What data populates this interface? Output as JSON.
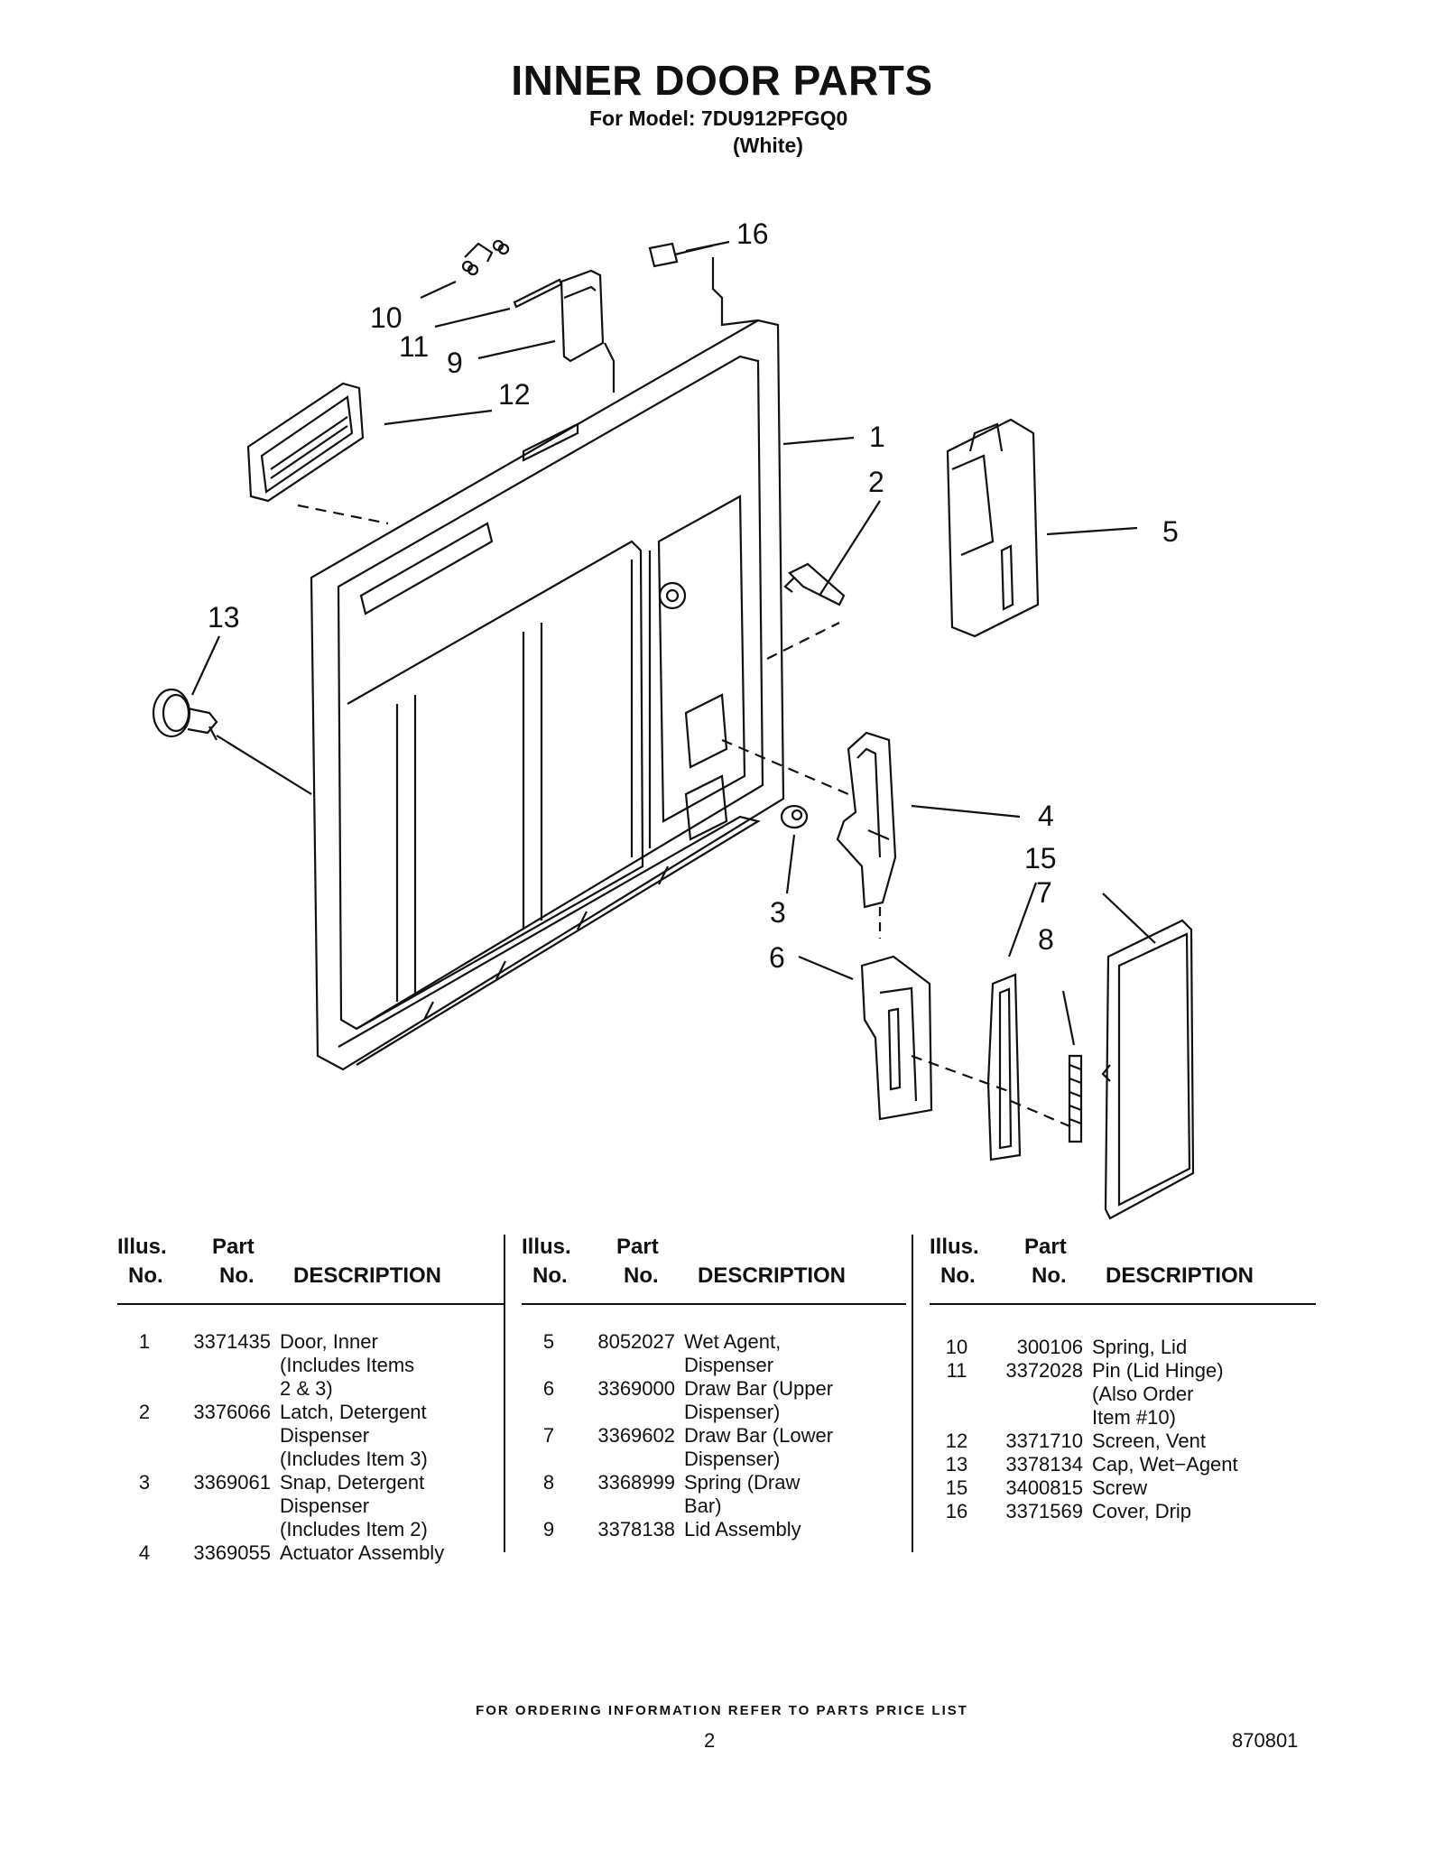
{
  "header": {
    "title": "INNER DOOR PARTS",
    "model_line": "For Model: 7DU912PFGQ0",
    "color_line": "(White)"
  },
  "diagram": {
    "callouts": [
      "1",
      "2",
      "3",
      "4",
      "5",
      "6",
      "7",
      "8",
      "9",
      "10",
      "11",
      "12",
      "13",
      "15",
      "16"
    ]
  },
  "table": {
    "col_illus": "Illus.",
    "col_no": "No.",
    "col_part": "Part",
    "col_part_no": "No.",
    "col_desc": "DESCRIPTION",
    "columns": [
      [
        {
          "no": "1",
          "part": "3371435",
          "desc": "Door, Inner\n(Includes Items\n2 & 3)"
        },
        {
          "no": "2",
          "part": "3376066",
          "desc": "Latch, Detergent\nDispenser\n(Includes Item 3)"
        },
        {
          "no": "3",
          "part": "3369061",
          "desc": "Snap, Detergent\nDispenser\n(Includes Item 2)"
        },
        {
          "no": "4",
          "part": "3369055",
          "desc": "Actuator Assembly"
        }
      ],
      [
        {
          "no": "5",
          "part": "8052027",
          "desc": "Wet Agent,\nDispenser"
        },
        {
          "no": "6",
          "part": "3369000",
          "desc": "Draw Bar (Upper\nDispenser)"
        },
        {
          "no": "7",
          "part": "3369602",
          "desc": "Draw Bar (Lower\nDispenser)"
        },
        {
          "no": "8",
          "part": "3368999",
          "desc": "Spring (Draw\nBar)"
        },
        {
          "no": "9",
          "part": "3378138",
          "desc": "Lid Assembly"
        }
      ],
      [
        {
          "no": "10",
          "part": "300106",
          "desc": "Spring, Lid"
        },
        {
          "no": "11",
          "part": "3372028",
          "desc": "Pin (Lid Hinge)\n(Also Order\nItem #10)"
        },
        {
          "no": "12",
          "part": "3371710",
          "desc": "Screen, Vent"
        },
        {
          "no": "13",
          "part": "3378134",
          "desc": "Cap, Wet−Agent"
        },
        {
          "no": "15",
          "part": "3400815",
          "desc": "Screw"
        },
        {
          "no": "16",
          "part": "3371569",
          "desc": "Cover, Drip"
        }
      ]
    ]
  },
  "footer": {
    "note": "FOR ORDERING INFORMATION REFER TO PARTS PRICE LIST",
    "page": "2",
    "doc_code": "870801"
  }
}
